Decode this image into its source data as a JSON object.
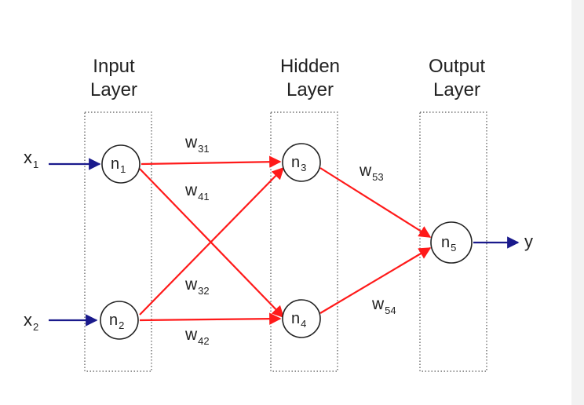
{
  "layers": {
    "input": {
      "line1": "Input",
      "line2": "Layer"
    },
    "hidden": {
      "line1": "Hidden",
      "line2": "Layer"
    },
    "output": {
      "line1": "Output",
      "line2": "Layer"
    }
  },
  "nodes": [
    {
      "base": "n",
      "sub": "1"
    },
    {
      "base": "n",
      "sub": "2"
    },
    {
      "base": "n",
      "sub": "3"
    },
    {
      "base": "n",
      "sub": "4"
    },
    {
      "base": "n",
      "sub": "5"
    }
  ],
  "inputs": [
    {
      "base": "x",
      "sub": "1"
    },
    {
      "base": "x",
      "sub": "2"
    }
  ],
  "output": {
    "label": "y"
  },
  "weights": [
    {
      "base": "w",
      "sub": "31"
    },
    {
      "base": "w",
      "sub": "41"
    },
    {
      "base": "w",
      "sub": "32"
    },
    {
      "base": "w",
      "sub": "42"
    },
    {
      "base": "w",
      "sub": "53"
    },
    {
      "base": "w",
      "sub": "54"
    }
  ],
  "colors": {
    "connection": "#ff1a1a",
    "io_arrow": "#1a1a8c",
    "node_stroke": "#222222",
    "layer_box": "#555555"
  }
}
